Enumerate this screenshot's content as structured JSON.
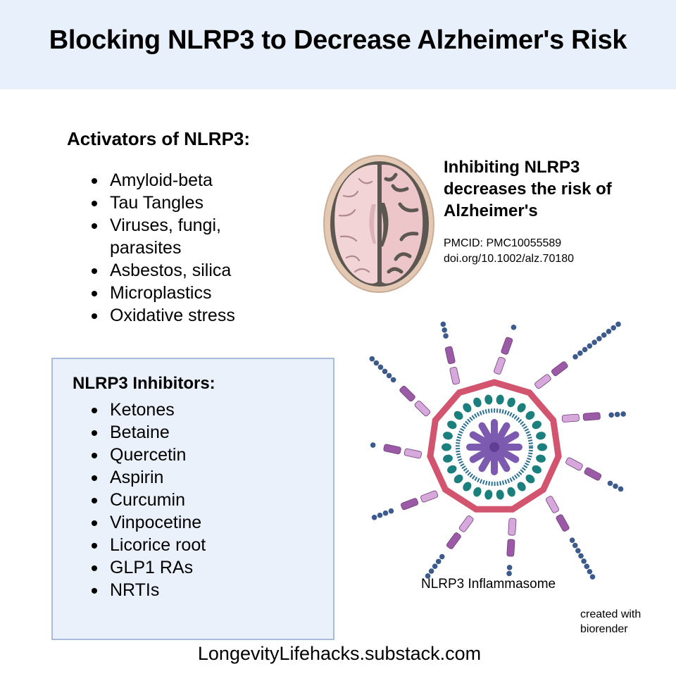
{
  "header": {
    "title": "Blocking NLRP3 to Decrease Alzheimer's Risk"
  },
  "activators": {
    "heading": "Activators of NLRP3:",
    "items": [
      "Amyloid-beta",
      "Tau Tangles",
      "Viruses, fungi, parasites",
      "Asbestos, silica",
      "Microplastics",
      "Oxidative stress"
    ]
  },
  "inhibitors": {
    "heading": "NLRP3 Inhibitors:",
    "items": [
      "Ketones",
      "Betaine",
      "Quercetin",
      "Aspirin",
      "Curcumin",
      "Vinpocetine",
      "Licorice root",
      "GLP1 RAs",
      "NRTIs"
    ]
  },
  "info": {
    "heading": "Inhibiting NLRP3 decreases the risk of Alzheimer's",
    "pmcid": "PMCID: PMC10055589",
    "doi": "doi.org/10.1002/alz.70180"
  },
  "illustration": {
    "brain_icon": "brain-axial-section",
    "inflammasome_icon": "inflammasome-complex",
    "caption": "NLRP3 Inflammasome",
    "credit": "created with biorender"
  },
  "footer": {
    "link": "LongevityLifehacks.substack.com"
  },
  "colors": {
    "title_band": "#e8f0fb",
    "inhibitor_box": "#eaf1fb",
    "box_border": "#a9bcdc",
    "chain_blue": "#3d5a8c",
    "domain_purple": "#9b5aa6",
    "domain_lilac": "#d7a8dc",
    "linker_pink": "#d2546e",
    "ring_teal": "#1b7f7e",
    "core_violet": "#7c5ab0"
  }
}
